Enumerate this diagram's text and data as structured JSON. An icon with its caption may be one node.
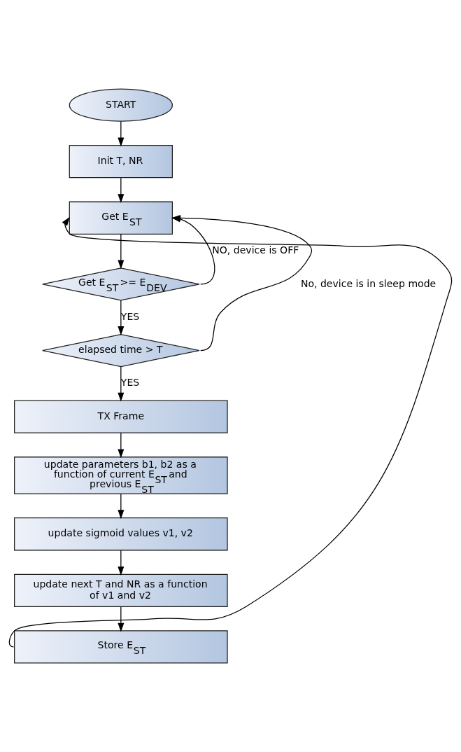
{
  "diagram": {
    "nodes": [
      {
        "text": [
          "START"
        ]
      },
      {
        "text": [
          "Init T, NR"
        ]
      },
      {
        "text": [
          "Get E$_{ST}$"
        ]
      },
      {
        "text": [
          "Get E$_{ST}$ >= E$_{DEV}$"
        ]
      },
      {
        "text": [
          "elapsed time > T"
        ]
      },
      {
        "text": [
          "TX Frame"
        ]
      },
      {
        "text": [
          "update parameters b1, b2 as a function of current E$_{ST}$ and previous E$_{ST}$"
        ]
      },
      {
        "text": [
          "update sigmoid values v1, v2"
        ]
      },
      {
        "text": [
          "update next T and NR as a function of v1 and v2"
        ]
      },
      {
        "text": [
          "Store E$_{ST}$"
        ]
      }
    ],
    "edges": [
      {
        "from": 0,
        "to": 1,
        "arrow": "to"
      },
      {
        "from": 1,
        "to": 2,
        "arrow": "to"
      },
      {
        "from": 2,
        "to": 3,
        "arrow": "to"
      },
      {
        "from": 3,
        "to": 4,
        "label": "YES",
        "arrow": "to"
      },
      {
        "from": 4,
        "to": 5,
        "label": "YES",
        "arrow": "to"
      },
      {
        "from": 5,
        "to": 6,
        "arrow": "to"
      },
      {
        "from": 6,
        "to": 7,
        "arrow": "to"
      },
      {
        "from": 7,
        "to": 8,
        "arrow": "to"
      },
      {
        "from": 8,
        "to": 9,
        "arrow": "to"
      },
      {
        "from": 9,
        "to": 2,
        "arrow": "to"
      },
      {
        "from": 3,
        "to": 2,
        "label": "NO, device is OFF",
        "arrow": "to"
      },
      {
        "from": 4,
        "to": 2,
        "label": "No, device is in sleep mode",
        "arrow": "to"
      }
    ]
  }
}
